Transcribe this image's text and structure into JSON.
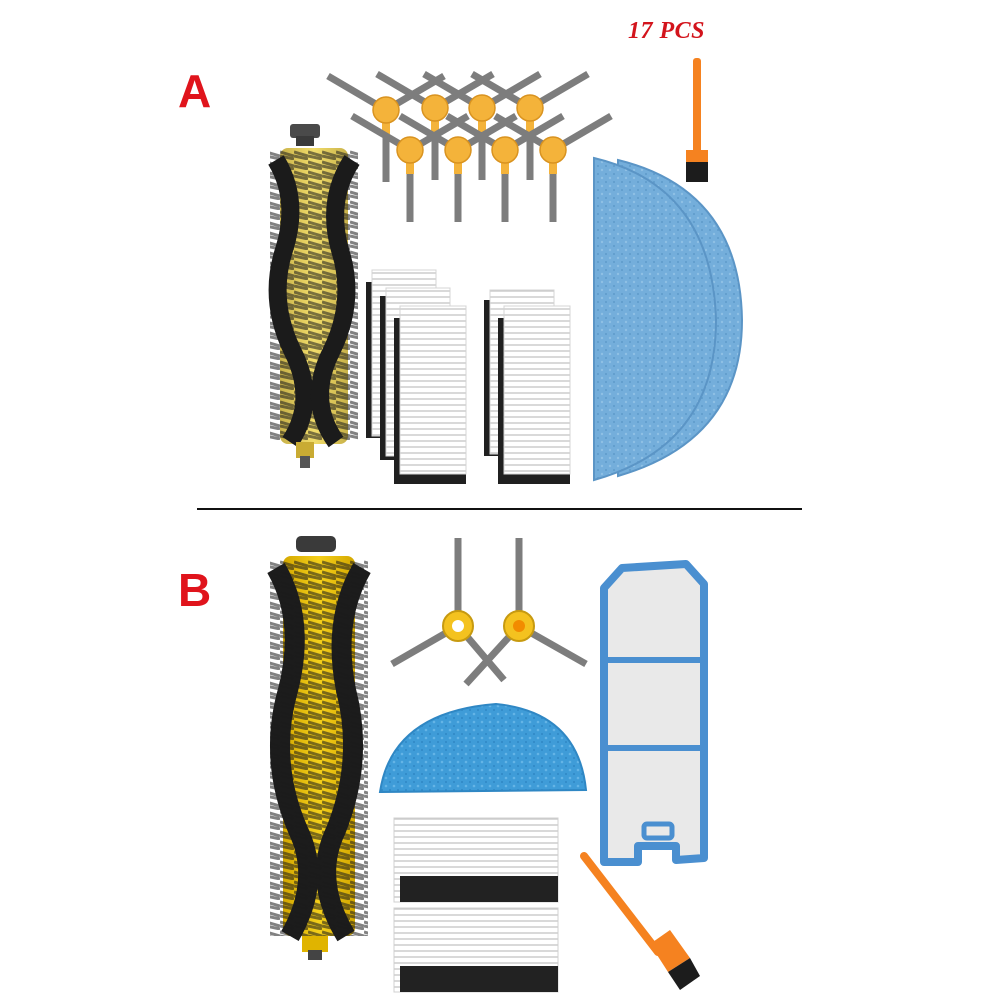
{
  "kit_a": {
    "label": "A",
    "count_badge": "17 PCS"
  },
  "kit_b": {
    "label": "B"
  },
  "colors": {
    "label_red": "#e0141c",
    "brush_yellow": "#f2c230",
    "bristle_black": "#1c1c1c",
    "side_brush_hub": "#f4b33a",
    "bristle_grey": "#7d7d7d",
    "mop_blue": "#6fa9d6",
    "filter_frame_blue": "#4a8fd0",
    "cleaning_tool_orange": "#f58220"
  },
  "icons": [
    "roller-brush-icon",
    "side-brush-icon",
    "hepa-filter-icon",
    "mop-pad-icon",
    "cleaning-tool-icon",
    "dust-bin-filter-icon"
  ]
}
